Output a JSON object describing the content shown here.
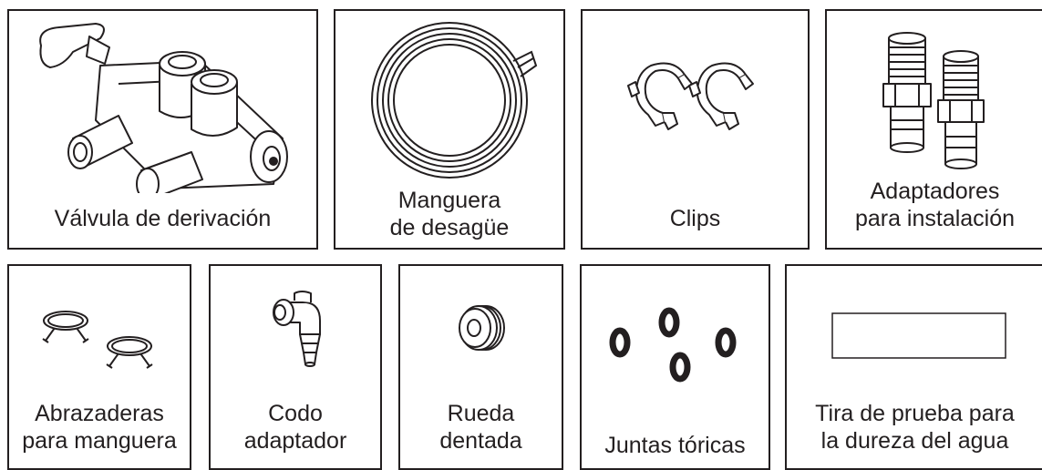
{
  "parts": [
    {
      "id": "bypass-valve",
      "label_lines": [
        "Válvula de derivación"
      ]
    },
    {
      "id": "drain-hose",
      "label_lines": [
        "Manguera",
        "de desagüe"
      ]
    },
    {
      "id": "clips",
      "label_lines": [
        "Clips"
      ]
    },
    {
      "id": "installation-adapters",
      "label_lines": [
        "Adaptadores",
        "para instalación"
      ]
    },
    {
      "id": "hose-clamps",
      "label_lines": [
        "Abrazaderas",
        "para manguera"
      ]
    },
    {
      "id": "elbow-adapter",
      "label_lines": [
        "Codo",
        "adaptador"
      ]
    },
    {
      "id": "gear-wheel",
      "label_lines": [
        "Rueda",
        "dentada"
      ]
    },
    {
      "id": "o-rings",
      "label_lines": [
        "Juntas tóricas"
      ]
    },
    {
      "id": "test-strip",
      "label_lines": [
        "Tira de prueba para",
        "la dureza del agua"
      ]
    }
  ],
  "colors": {
    "line": "#231f20",
    "background": "#ffffff"
  }
}
